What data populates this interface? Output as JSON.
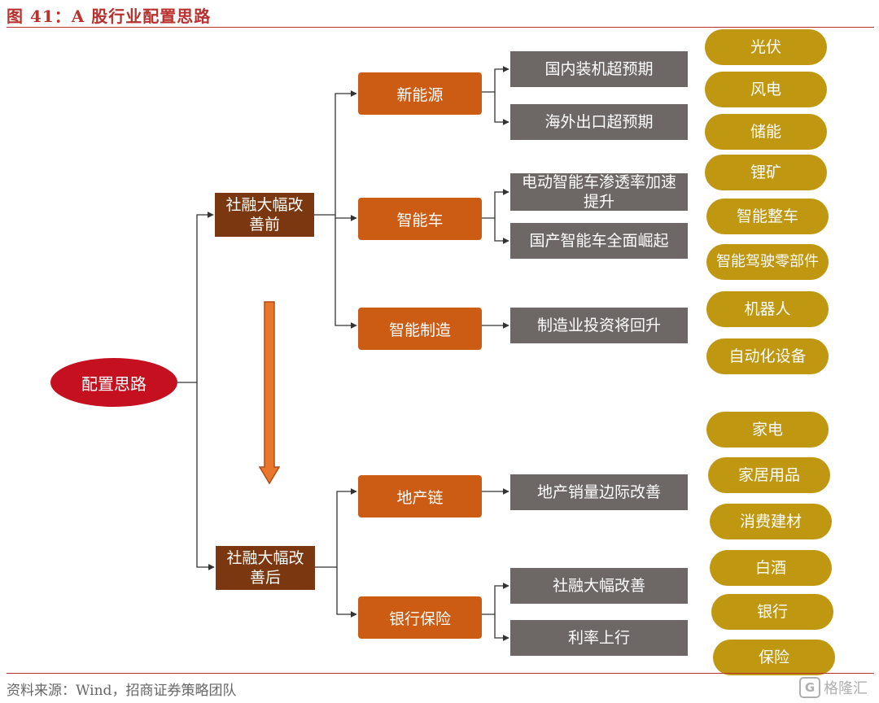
{
  "figure": {
    "title": "图 41：A 股行业配置思路",
    "source": "资料来源：Wind，招商证券策略团队",
    "watermark": "格隆汇",
    "watermark_logo": "G"
  },
  "root": {
    "label": "配置思路"
  },
  "stages": [
    {
      "label": "社融大幅改善前"
    },
    {
      "label": "社融大幅改善后"
    }
  ],
  "sectors": [
    {
      "label": "新能源"
    },
    {
      "label": "智能车"
    },
    {
      "label": "智能制造"
    },
    {
      "label": "地产链"
    },
    {
      "label": "银行保险"
    }
  ],
  "drivers": [
    {
      "label": "国内装机超预期"
    },
    {
      "label": "海外出口超预期"
    },
    {
      "label": "电动智能车渗透率加速提升"
    },
    {
      "label": "国产智能车全面崛起"
    },
    {
      "label": "制造业投资将回升"
    },
    {
      "label": "地产销量边际改善"
    },
    {
      "label": "社融大幅改善"
    },
    {
      "label": "利率上行"
    }
  ],
  "industries": [
    {
      "label": "光伏"
    },
    {
      "label": "风电"
    },
    {
      "label": "储能"
    },
    {
      "label": "锂矿"
    },
    {
      "label": "智能整车"
    },
    {
      "label": "智能驾驶零部件"
    },
    {
      "label": "机器人"
    },
    {
      "label": "自动化设备"
    },
    {
      "label": "家电"
    },
    {
      "label": "家居用品"
    },
    {
      "label": "消费建材"
    },
    {
      "label": "白酒"
    },
    {
      "label": "银行"
    },
    {
      "label": "保险"
    }
  ],
  "colors": {
    "title_red": "#b8312f",
    "root_red": "#c4101f",
    "stage_brown": "#7b3810",
    "sector_orange": "#cc5b14",
    "driver_gray": "#6d6766",
    "industry_gold": "#bf9710",
    "arrow_orange": "#e8762d"
  }
}
